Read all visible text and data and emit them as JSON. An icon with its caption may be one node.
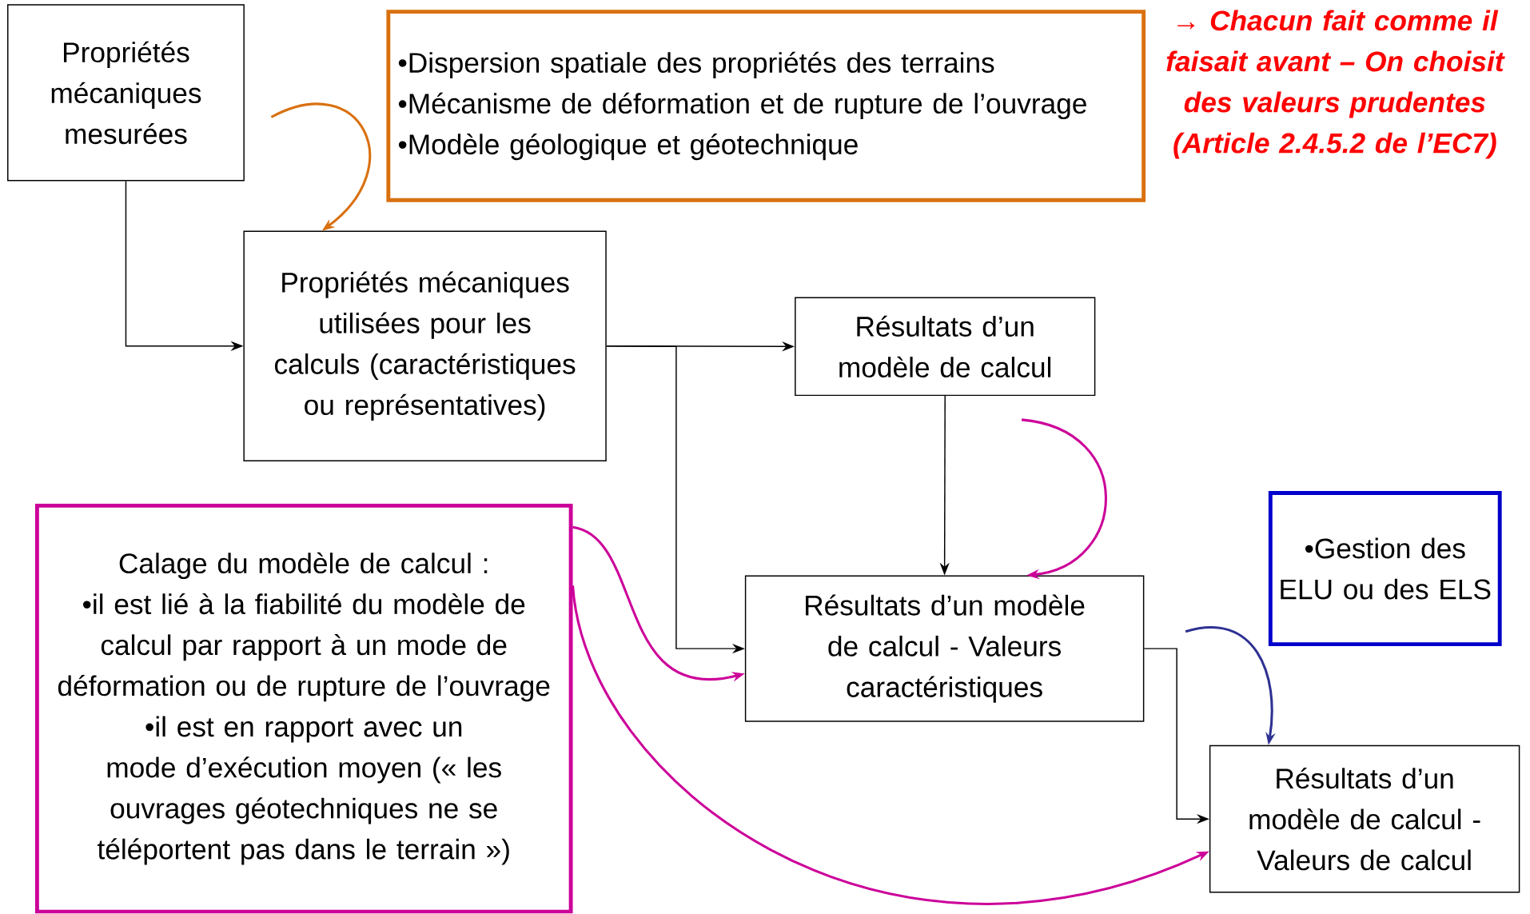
{
  "diagram": {
    "nodes": [
      {
        "text": [
          "Propriétés mécaniques mesurées"
        ]
      },
      {
        "text": [
          "•Dispersion spatiale des propriétés des terrains",
          "•Mécanisme de déformation et de rupture de l’ouvrage",
          "•Modèle géologique et géotechnique"
        ]
      },
      {
        "text": [
          "Propriétés mécaniques utilisées pour les calculs (caractéristiques ou représentatives)"
        ]
      },
      {
        "text": [
          "Résultats d’un modèle de calcul"
        ]
      },
      {
        "text": [
          "Calage du modèle de calcul :",
          "•il est lié à la fiabilité du modèle de calcul par rapport à un mode de déformation ou de rupture de l’ouvrage",
          "•il est en rapport avec un mode d’exécution moyen (« les ouvrages géotechniques ne se téléportent pas dans le terrain »)"
        ]
      },
      {
        "text": [
          "Résultats d’un modèle de calcul - Valeurs caractéristiques"
        ]
      },
      {
        "text": [
          "•Gestion des ELU ou des ELS"
        ]
      },
      {
        "text": [
          "Résultats d’un modèle de calcul - Valeurs de calcul"
        ]
      }
    ],
    "edges": [
      {
        "from": 0,
        "to": 2,
        "arrow": "to"
      },
      {
        "from": 2,
        "to": 3,
        "arrow": "to"
      },
      {
        "from": 2,
        "to": 5,
        "arrow": "to"
      },
      {
        "from": 3,
        "to": 5,
        "arrow": "to"
      },
      {
        "from": 5,
        "to": 7,
        "arrow": "to"
      },
      {
        "from": null,
        "to": 2,
        "arrow": "to",
        "color": "#d9700f"
      },
      {
        "from": 4,
        "to": 5,
        "arrow": "to",
        "color": "#cc0099"
      },
      {
        "from": 4,
        "to": 7,
        "arrow": "to",
        "color": "#cc0099"
      },
      {
        "from": null,
        "to": 5,
        "arrow": "to",
        "color": "#cc0099"
      },
      {
        "from": null,
        "to": 7,
        "arrow": "to",
        "color": "#2e3192"
      }
    ],
    "labels": [
      "→ Chacun fait comme il faisait avant – On choisit des valeurs prudentes (Article 2.4.5.2 de l’EC7)"
    ]
  }
}
